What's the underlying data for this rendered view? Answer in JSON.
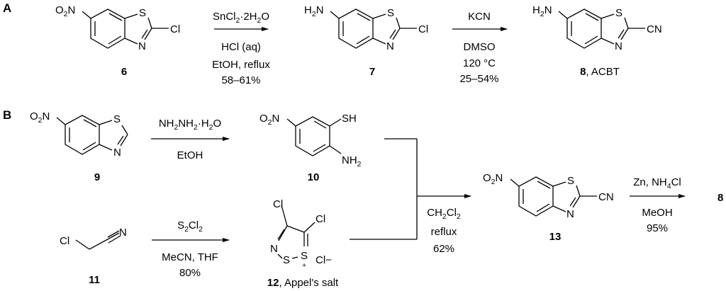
{
  "scheme": {
    "panels": [
      {
        "id": "A",
        "label": "A"
      },
      {
        "id": "B",
        "label": "B"
      }
    ],
    "compounds": {
      "c6": {
        "number": "6",
        "name": "",
        "substituents": {
          "left": "O2N",
          "right": "Cl"
        }
      },
      "c7": {
        "number": "7",
        "name": "",
        "substituents": {
          "left": "H2N",
          "right": "Cl"
        }
      },
      "c8": {
        "number": "8",
        "name": "ACBT",
        "substituents": {
          "left": "H2N",
          "right": "CN"
        }
      },
      "c9": {
        "number": "9",
        "name": "",
        "substituents": {
          "left": "O2N"
        }
      },
      "c10": {
        "number": "10",
        "name": "",
        "substituents": {
          "left": "O2N",
          "top": "SH",
          "bottom": "NH2"
        }
      },
      "c11": {
        "number": "11",
        "name": "",
        "substituents": {
          "left": "Cl",
          "right": "N"
        }
      },
      "c12": {
        "number": "12",
        "name": "Appel's salt",
        "substituents": {
          "counterion": "Cl−"
        }
      },
      "c13": {
        "number": "13",
        "name": "",
        "substituents": {
          "left": "O2N",
          "right": "CN"
        }
      },
      "c8b": {
        "number": "8"
      }
    },
    "ring_atoms": {
      "S": "S",
      "N": "N",
      "plus": "+"
    },
    "reactions": [
      {
        "id": "A1",
        "above": [
          "SnCl2·2H2O"
        ],
        "below": [
          "HCl (aq)",
          "EtOH, reflux",
          "58–61%"
        ]
      },
      {
        "id": "A2",
        "above": [
          "KCN"
        ],
        "below": [
          "DMSO",
          "120 °C",
          "25–54%"
        ]
      },
      {
        "id": "B1",
        "above": [
          "NH2NH2·H2O"
        ],
        "below": [
          "EtOH"
        ]
      },
      {
        "id": "B2",
        "above": [
          "S2Cl2"
        ],
        "below": [
          "MeCN, THF",
          "80%"
        ]
      },
      {
        "id": "B3",
        "above": [],
        "below": [
          "CH2Cl2",
          "reflux",
          "62%"
        ]
      },
      {
        "id": "B4",
        "above": [
          "Zn, NH4Cl"
        ],
        "below": [
          "MeOH",
          "95%"
        ]
      }
    ],
    "text": {
      "sncl2_a": "SnCl",
      "sncl2_b": "2",
      "sncl2_c": "·2H",
      "sncl2_d": "2",
      "sncl2_e": "O",
      "hcl": "HCl (aq)",
      "etoh_reflux": "EtOH, reflux",
      "yield_a1": "58–61%",
      "kcn": "KCN",
      "dmso": "DMSO",
      "temp": "120 °C",
      "yield_a2": "25–54%",
      "hyd_a": "NH",
      "hyd_b": "2",
      "hyd_c": "NH",
      "hyd_d": "2",
      "hyd_e": "·H",
      "hyd_f": "2",
      "hyd_g": "O",
      "etoh": "EtOH",
      "s2cl2_a": "S",
      "s2cl2_b": "2",
      "s2cl2_c": "Cl",
      "s2cl2_d": "2",
      "mecn_thf": "MeCN, THF",
      "yield_b2": "80%",
      "dcm_a": "CH",
      "dcm_b": "2",
      "dcm_c": "Cl",
      "dcm_d": "2",
      "reflux": "reflux",
      "yield_b3": "62%",
      "zn_a": "Zn, NH",
      "zn_b": "4",
      "zn_c": "Cl",
      "meoh": "MeOH",
      "yield_b4": "95%",
      "o2n_o": "O",
      "o2n_2": "2",
      "o2n_n": "N",
      "h2n_h": "H",
      "h2n_2": "2",
      "h2n_n": "N",
      "nh2_nh": "NH",
      "nh2_2": "2",
      "sh": "SH",
      "cl": "Cl",
      "cn": "CN",
      "clminus": "Cl−",
      "sep": ", "
    }
  }
}
